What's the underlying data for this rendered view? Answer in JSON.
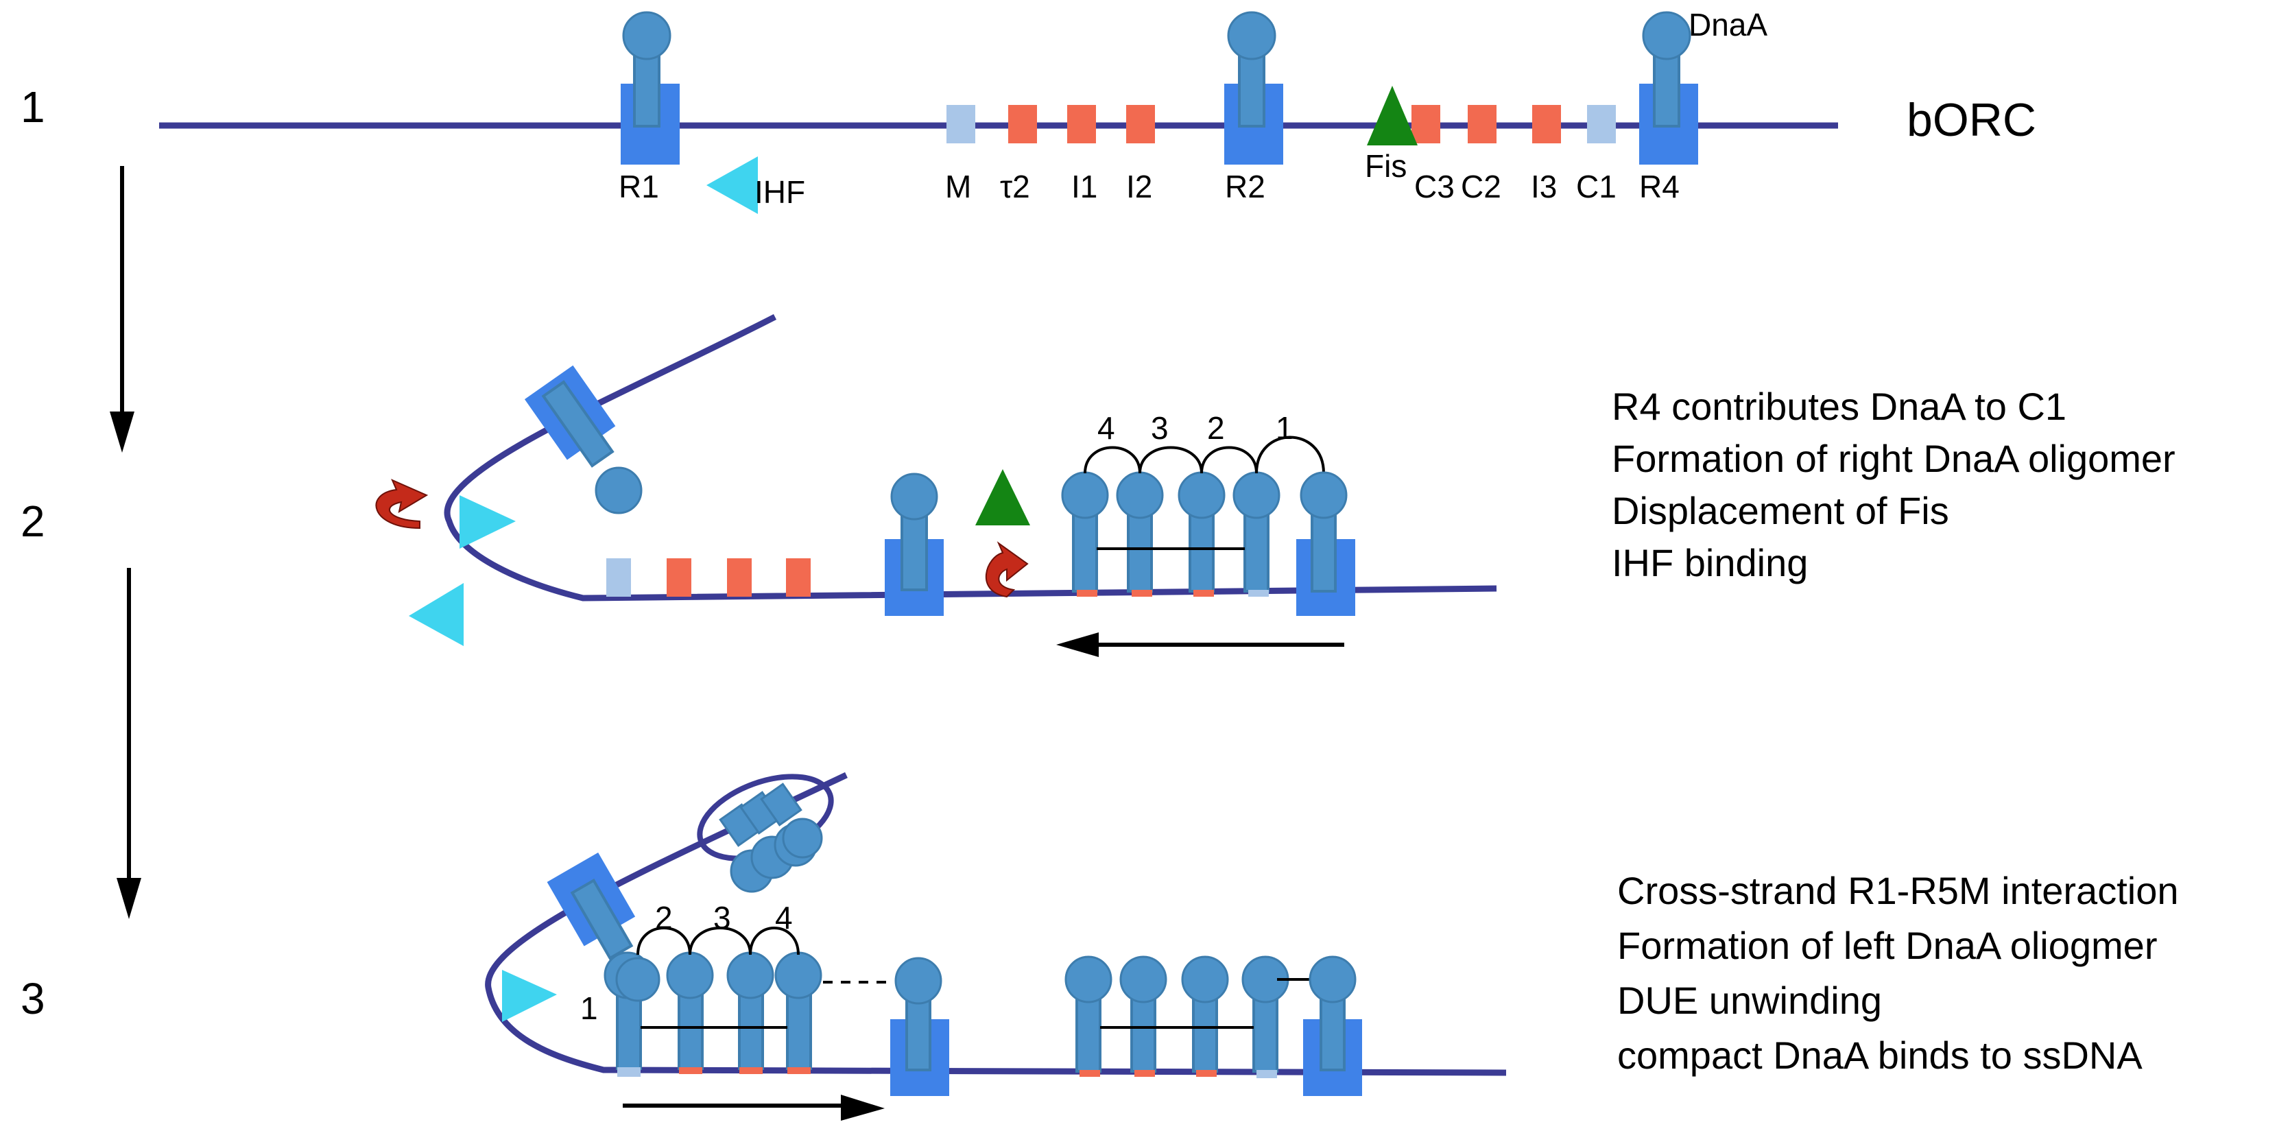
{
  "colors": {
    "dna": "#3b3b94",
    "box_high": "#3f82e8",
    "box_low": "#a9c6e8",
    "box_red": "#f26a50",
    "dnaa": "#4c92c9",
    "dnaa_dark": "#3d7dae",
    "ihf": "#3fd4ef",
    "fis": "#148514",
    "rotate_arrow": "#c42a1a",
    "text": "#000000"
  },
  "steps": [
    {
      "number": "1",
      "title": "bORC",
      "site_labels": [
        "R1",
        "IHF",
        "M",
        "τ2",
        "I1",
        "I2",
        "R2",
        "Fis",
        "C3",
        "C2",
        "I3",
        "C1",
        "R4"
      ],
      "protein_label": "DnaA",
      "notes": []
    },
    {
      "number": "2",
      "oligomer_labels": [
        "4",
        "3",
        "2",
        "1"
      ],
      "notes": [
        "R4 contributes DnaA to C1",
        "Formation of right DnaA oligomer",
        "Displacement of Fis",
        "IHF binding"
      ]
    },
    {
      "number": "3",
      "oligomer_labels": [
        "1",
        "2",
        "3",
        "4"
      ],
      "notes": [
        "Cross-strand R1-R5M interaction",
        "Formation of left DnaA oliogmer",
        "DUE unwinding",
        "compact DnaA binds to ssDNA"
      ]
    }
  ]
}
